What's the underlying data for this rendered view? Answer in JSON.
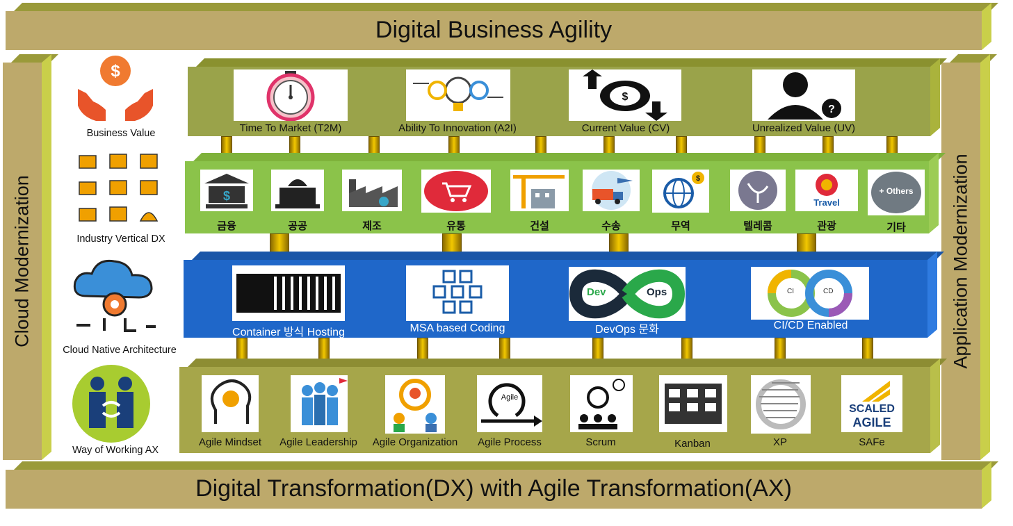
{
  "top_banner": "Digital Business Agility",
  "bottom_banner": "Digital Transformation(DX) with Agile Transformation(AX)",
  "left_pillar": "Cloud Modernization",
  "right_pillar": "Application Modernization",
  "side": {
    "business_value": "Business Value",
    "industry": "Industry Vertical DX",
    "cloud_native": "Cloud Native Architecture",
    "way_of_working": "Way of Working AX"
  },
  "value_row": [
    {
      "label": "Time To Market (T2M)",
      "icon": "stopwatch-icon"
    },
    {
      "label": "Ability To Innovation (A2I)",
      "icon": "lightbulb-gear-icon"
    },
    {
      "label": "Current Value (CV)",
      "icon": "dollar-coin-icon"
    },
    {
      "label": "Unrealized Value (UV)",
      "icon": "person-question-icon"
    }
  ],
  "industry_row": [
    {
      "label": "금융",
      "icon": "bank-icon"
    },
    {
      "label": "공공",
      "icon": "capitol-icon"
    },
    {
      "label": "제조",
      "icon": "factory-icon"
    },
    {
      "label": "유통",
      "icon": "cart-icon"
    },
    {
      "label": "건설",
      "icon": "crane-icon"
    },
    {
      "label": "수송",
      "icon": "truck-plane-icon"
    },
    {
      "label": "무역",
      "icon": "globe-trade-icon"
    },
    {
      "label": "텔레콤",
      "icon": "satellite-dish-icon"
    },
    {
      "label": "관광",
      "icon": "travel-icon",
      "badge": "Travel"
    },
    {
      "label": "기타",
      "icon": "others-icon",
      "badge": "+ Others"
    }
  ],
  "cloud_row": [
    {
      "label": "Container 방식 Hosting",
      "icon": "container-icon"
    },
    {
      "label": "MSA based Coding",
      "icon": "cubes-icon"
    },
    {
      "label": "DevOps 문화",
      "icon": "devops-loop-icon",
      "badge_dev": "Dev",
      "badge_ops": "Ops"
    },
    {
      "label": "CI/CD Enabled",
      "icon": "cicd-loop-icon",
      "badge_ci": "CI",
      "badge_cd": "CD"
    }
  ],
  "agile_row": [
    {
      "label": "Agile Mindset",
      "icon": "head-bulb-icon"
    },
    {
      "label": "Agile Leadership",
      "icon": "team-flag-icon"
    },
    {
      "label": "Agile Organization",
      "icon": "org-gear-icon"
    },
    {
      "label": "Agile Process",
      "icon": "agile-cycle-icon",
      "badge": "Agile"
    },
    {
      "label": "Scrum",
      "icon": "scrum-icon"
    },
    {
      "label": "Kanban",
      "icon": "kanban-board-icon"
    },
    {
      "label": "XP",
      "icon": "xp-cycle-icon"
    },
    {
      "label": "SAFe",
      "icon": "scaled-agile-icon",
      "badge1": "SCALED",
      "badge2": "AGILE"
    }
  ],
  "colors": {
    "banner": "#bda96b",
    "value_layer": "#9aa34a",
    "industry_layer": "#8bc34a",
    "cloud_layer": "#1f67c9",
    "agile_layer": "#a6a64a",
    "connector": "#f2c800"
  }
}
